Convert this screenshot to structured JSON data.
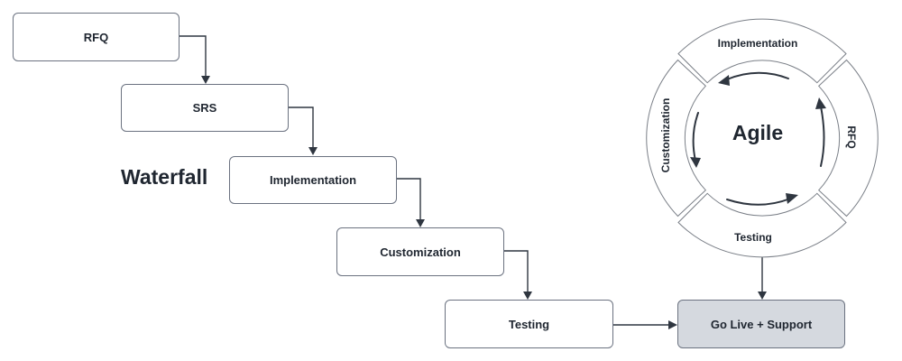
{
  "waterfall": {
    "title": "Waterfall",
    "steps": [
      "RFQ",
      "SRS",
      "Implementation",
      "Customization",
      "Testing"
    ]
  },
  "final_box": {
    "label": "Go Live + Support"
  },
  "agile": {
    "title": "Agile",
    "segments": {
      "top": "Implementation",
      "right": "RFQ",
      "bottom": "Testing",
      "left": "Customization"
    }
  }
}
